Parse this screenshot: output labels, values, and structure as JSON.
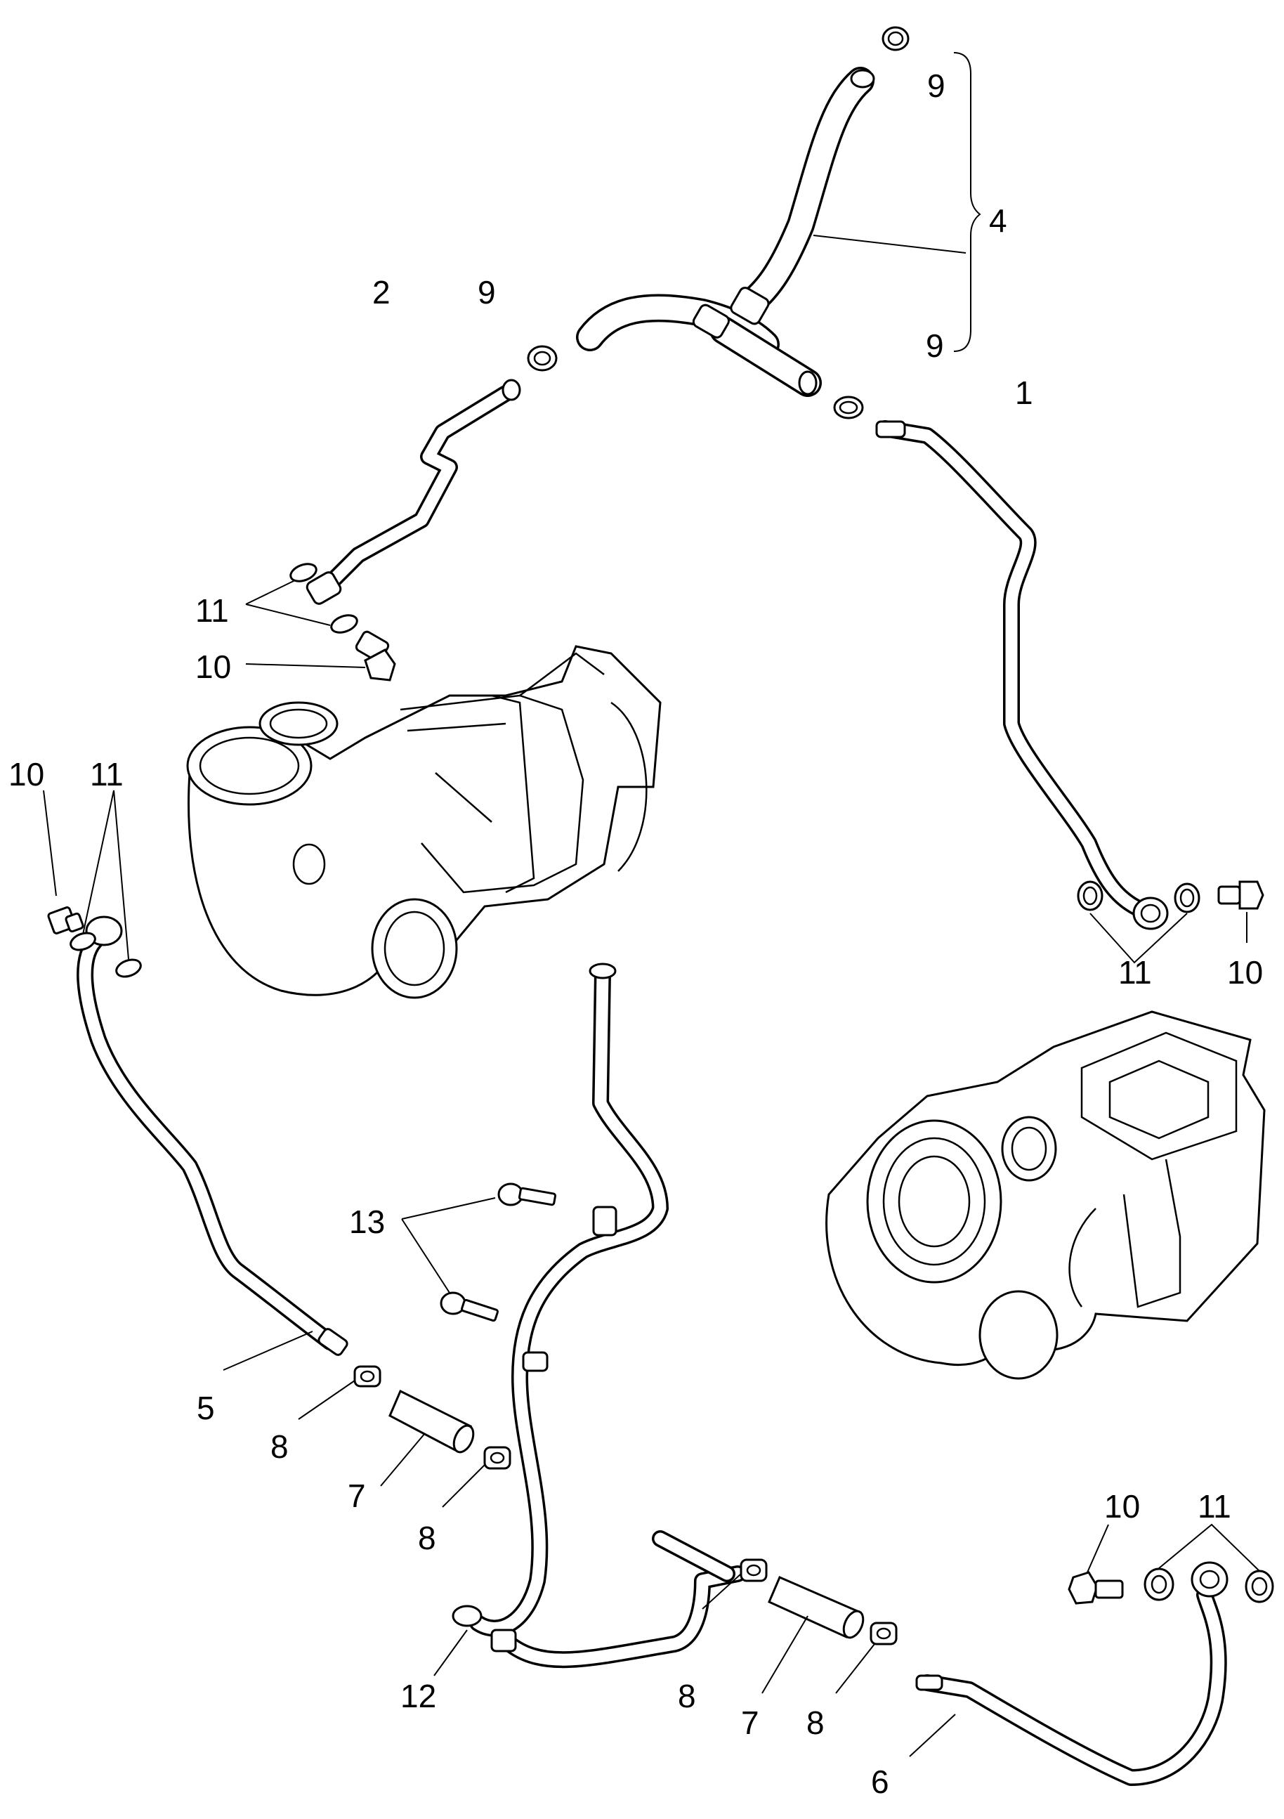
{
  "diagram": {
    "labels": [
      {
        "id": "lbl-9-top",
        "text": "9"
      },
      {
        "id": "lbl-4",
        "text": "4"
      },
      {
        "id": "lbl-2",
        "text": "2"
      },
      {
        "id": "lbl-9-left",
        "text": "9"
      },
      {
        "id": "lbl-9-right",
        "text": "9"
      },
      {
        "id": "lbl-1",
        "text": "1"
      },
      {
        "id": "lbl-11-upper",
        "text": "11"
      },
      {
        "id": "lbl-10-upper",
        "text": "10"
      },
      {
        "id": "lbl-10-left",
        "text": "10"
      },
      {
        "id": "lbl-11-left",
        "text": "11"
      },
      {
        "id": "lbl-11-right",
        "text": "11"
      },
      {
        "id": "lbl-10-right",
        "text": "10"
      },
      {
        "id": "lbl-13",
        "text": "13"
      },
      {
        "id": "lbl-5",
        "text": "5"
      },
      {
        "id": "lbl-8-a",
        "text": "8"
      },
      {
        "id": "lbl-7-a",
        "text": "7"
      },
      {
        "id": "lbl-8-b",
        "text": "8"
      },
      {
        "id": "lbl-10-lower",
        "text": "10"
      },
      {
        "id": "lbl-11-lower",
        "text": "11"
      },
      {
        "id": "lbl-12",
        "text": "12"
      },
      {
        "id": "lbl-8-c",
        "text": "8"
      },
      {
        "id": "lbl-7-b",
        "text": "7"
      },
      {
        "id": "lbl-8-d",
        "text": "8"
      },
      {
        "id": "lbl-6",
        "text": "6"
      }
    ]
  }
}
